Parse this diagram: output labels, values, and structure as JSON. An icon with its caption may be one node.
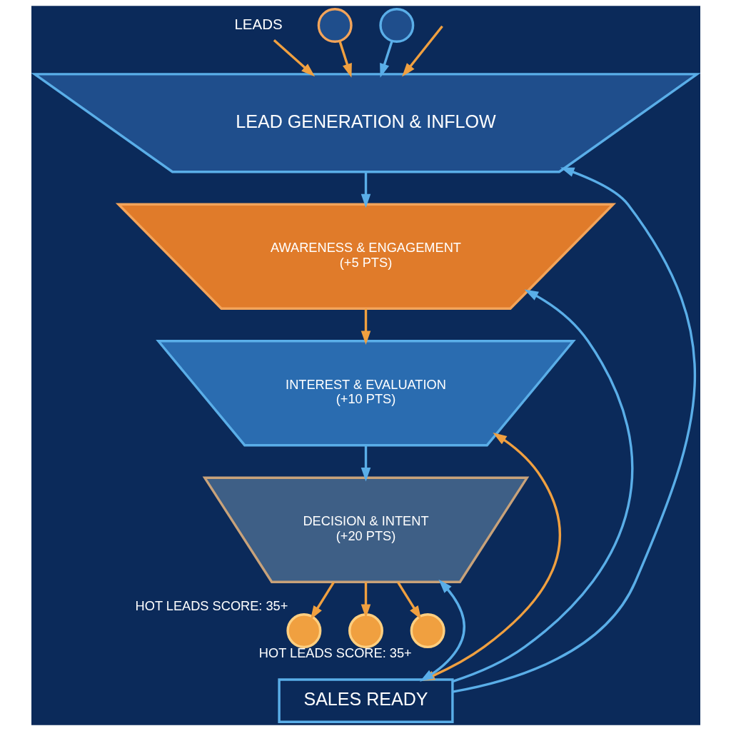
{
  "diagram": {
    "nodes": [
      {
        "text": [
          "LEAD GENERATION & INFLOW"
        ]
      },
      {
        "text": [
          "AWARENESS & ENGAGEMENT",
          "(+5 PTS)"
        ]
      },
      {
        "text": [
          "INTEREST & EVALUATION",
          "(+10 PTS)"
        ]
      },
      {
        "text": [
          "DECISION & INTENT",
          "(+20 PTS)"
        ]
      },
      {
        "text": [],
        "shape": "person",
        "beside": [
          "HOT LEADS SCORE: 35+"
        ]
      },
      {
        "text": [],
        "shape": "person"
      },
      {
        "text": [],
        "shape": "person",
        "beside": [
          "HOT LEADS SCORE: 35+"
        ]
      },
      {
        "text": [
          "SALES READY"
        ]
      },
      {
        "text": [
          "LEADS"
        ]
      },
      {
        "text": [],
        "shape": "person"
      },
      {
        "text": [],
        "shape": "person"
      }
    ],
    "edges": [
      {
        "from": 8,
        "to": 0,
        "arrow": "to"
      },
      {
        "from": null,
        "to": 0,
        "arrow": "to"
      },
      {
        "from": 9,
        "to": 0,
        "arrow": "to"
      },
      {
        "from": 10,
        "to": 0,
        "arrow": "to",
        "color": "#5aaee8"
      },
      {
        "from": 0,
        "to": 1,
        "arrow": "to",
        "color": "#5aaee8"
      },
      {
        "from": 1,
        "to": 2,
        "arrow": "to"
      },
      {
        "from": 2,
        "to": 3,
        "arrow": "to",
        "color": "#5aaee8"
      },
      {
        "from": 3,
        "to": 4,
        "arrow": "to"
      },
      {
        "from": 3,
        "to": 5,
        "arrow": "to"
      },
      {
        "from": 3,
        "to": 6,
        "arrow": "to"
      },
      {
        "from": 7,
        "to": 0,
        "arrow": "to",
        "color": "#5aaee8"
      },
      {
        "from": 7,
        "to": 1,
        "arrow": "to",
        "color": "#5aaee8"
      },
      {
        "from": 7,
        "to": 2,
        "arrow": "both"
      },
      {
        "from": 7,
        "to": 3,
        "arrow": "both",
        "color": "#5aaee8"
      }
    ]
  }
}
